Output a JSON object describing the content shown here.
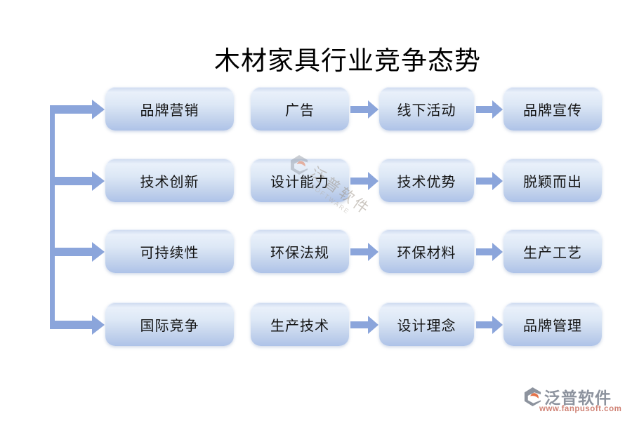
{
  "title": "木材家具行业竞争态势",
  "rows": [
    {
      "items": [
        "品牌营销",
        "广告",
        "线下活动",
        "品牌宣传"
      ]
    },
    {
      "items": [
        "技术创新",
        "设计能力",
        "技术优势",
        "脱颖而出"
      ]
    },
    {
      "items": [
        "可持续性",
        "环保法规",
        "环保材料",
        "生产工艺"
      ]
    },
    {
      "items": [
        "国际竞争",
        "生产技术",
        "设计理念",
        "品牌管理"
      ]
    }
  ],
  "watermark": {
    "brand": "泛普软件",
    "subtext": "SOFTWARE"
  },
  "footer": {
    "brand": "泛普软件",
    "url": "www.fanpusoft.com"
  },
  "colors": {
    "arrow_blue": "#8ba5db",
    "box_gradient_top": "#dce7f6",
    "box_gradient_bottom": "#aec3e8",
    "title_black": "#000000",
    "footer_brand_gray": "#8d939e",
    "footer_url_red": "#d08376",
    "logo_orange": "#e4734a"
  }
}
